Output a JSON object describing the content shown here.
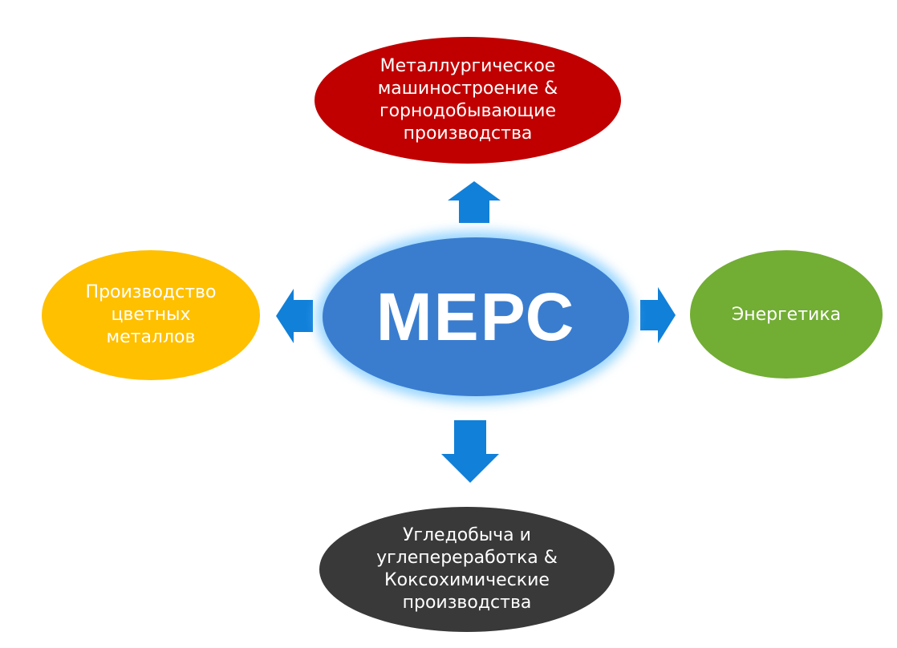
{
  "diagram": {
    "center": {
      "label": "МЕРС"
    },
    "top": {
      "label": "Металлургическое\nмашиностроение &\nгорнодобывающие\nпроизводства"
    },
    "left": {
      "label": "Производство\nцветных\nметаллов"
    },
    "right": {
      "label": "Энергетика"
    },
    "bottom": {
      "label": "Угледобыча и\nуглепереработка &\nКоксохимические\nпроизводства"
    }
  },
  "colors": {
    "center": "#3a7dcf",
    "top": "#c00000",
    "left": "#ffc000",
    "right": "#72ad34",
    "bottom": "#393939",
    "arrow": "#1180d9"
  }
}
